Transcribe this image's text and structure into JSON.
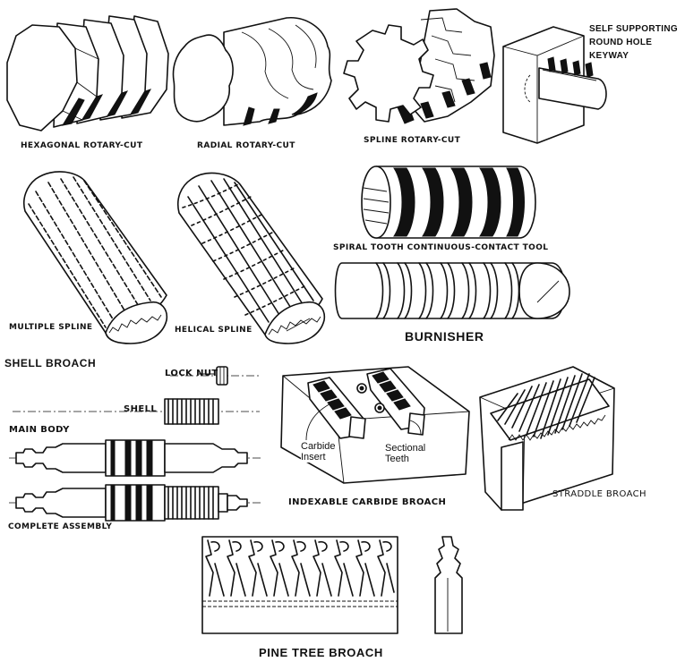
{
  "labels": {
    "hexagonal": "HEXAGONAL ROTARY-CUT",
    "radial": "RADIAL ROTARY-CUT",
    "spline": "SPLINE ROTARY-CUT",
    "keyway_line1": "SELF SUPPORTING",
    "keyway_line2": "ROUND HOLE",
    "keyway_line3": "KEYWAY",
    "multiple_spline": "MULTIPLE SPLINE",
    "helical_spline": "HELICAL  SPLINE",
    "spiral_tooth": "SPIRAL TOOTH CONTINUOUS-CONTACT TOOL",
    "burnisher": "BURNISHER",
    "shell_broach": "SHELL BROACH",
    "lock_nut": "LOCK NUT",
    "shell": "SHELL",
    "main_body": "MAIN BODY",
    "complete_assembly": "COMPLETE ASSEMBLY",
    "carbide_insert": "Carbide\nInsert",
    "sectional_teeth": "Sectional\nTeeth",
    "indexable": "INDEXABLE CARBIDE BROACH",
    "straddle": "STRADDLE BROACH",
    "pine_tree": "PINE TREE BROACH"
  }
}
